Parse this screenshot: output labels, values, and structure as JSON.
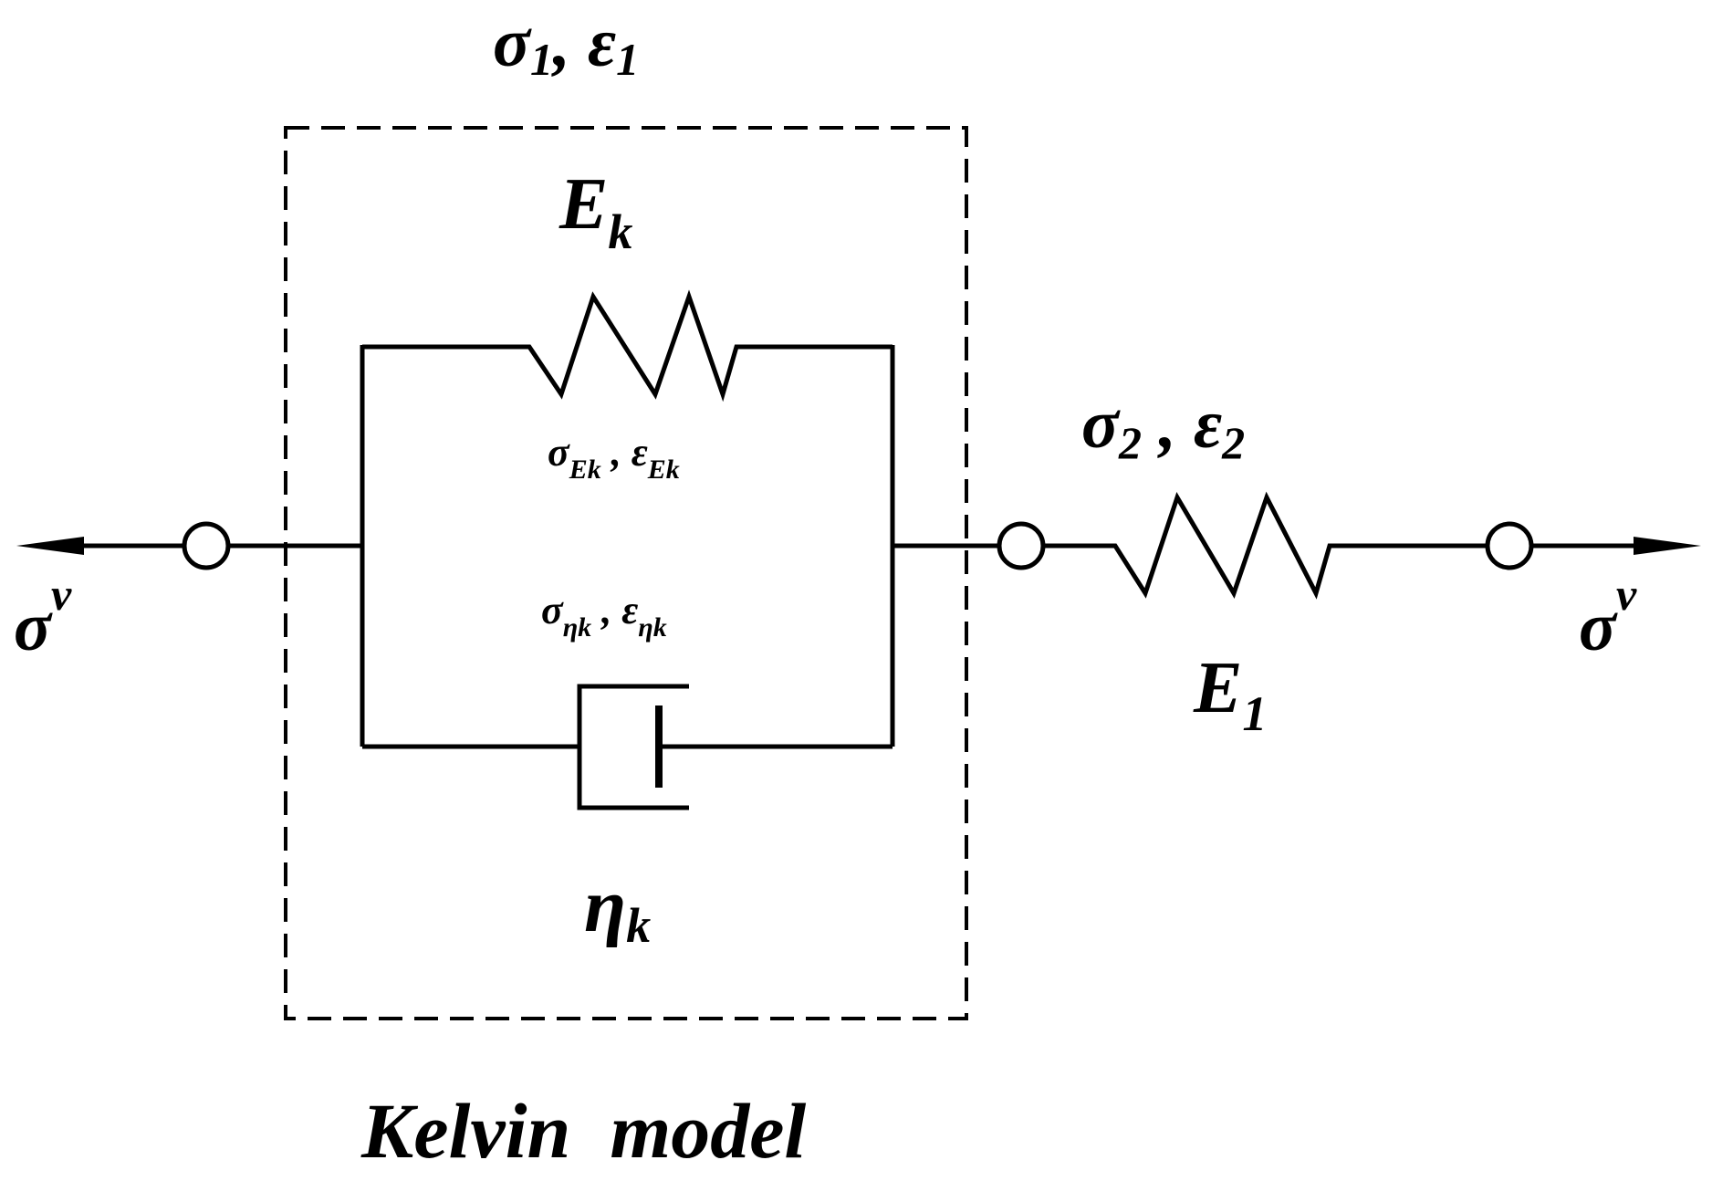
{
  "labels": {
    "sigma1": "σ",
    "sigma1_sub": "1",
    "sep1": ", ",
    "eps1": "ε",
    "eps1_sub": "1",
    "Ek": "E",
    "Ek_sub": "k",
    "sigmaEk": "σ",
    "sigmaEk_sub": "Ek",
    "sepEk": " , ",
    "epsEk": "ε",
    "epsEk_sub": "Ek",
    "sigma_eta_k": "σ",
    "sigma_eta_k_sub": "ηk",
    "sep_eta": " , ",
    "eps_eta_k": "ε",
    "eps_eta_k_sub": "ηk",
    "eta_k": "η",
    "eta_k_sub": "k",
    "sigma2": "σ",
    "sigma2_sub": "2",
    "sep2": " , ",
    "eps2": "ε",
    "eps2_sub": "2",
    "E1": "E",
    "E1_sub": "1",
    "sigma_v_left": "σ",
    "sigma_v_left_sup": "v",
    "sigma_v_right": "σ",
    "sigma_v_right_sup": "v",
    "model_title": "Kelvin  model"
  },
  "colors": {
    "line": "#000000",
    "background": "#ffffff"
  }
}
